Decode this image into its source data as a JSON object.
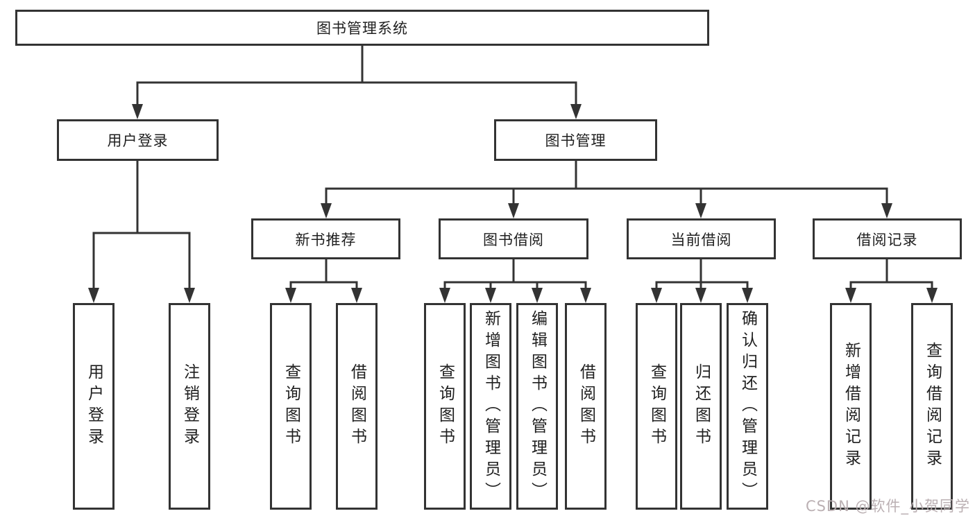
{
  "diagram": {
    "root": {
      "label": "图书管理系统"
    },
    "branches": [
      {
        "label": "用户登录",
        "children": [
          {
            "label": "用户登录"
          },
          {
            "label": "注销登录"
          }
        ]
      },
      {
        "label": "图书管理",
        "children": [
          {
            "label": "新书推荐",
            "children": [
              {
                "label": "查询图书"
              },
              {
                "label": "借阅图书"
              }
            ]
          },
          {
            "label": "图书借阅",
            "children": [
              {
                "label": "查询图书"
              },
              {
                "label": "新增图书（管理员）"
              },
              {
                "label": "编辑图书（管理员）"
              },
              {
                "label": "借阅图书"
              }
            ]
          },
          {
            "label": "当前借阅",
            "children": [
              {
                "label": "查询图书"
              },
              {
                "label": "归还图书"
              },
              {
                "label": "确认归还（管理员）"
              }
            ]
          },
          {
            "label": "借阅记录",
            "children": [
              {
                "label": "新增借阅记录"
              },
              {
                "label": "查询借阅记录"
              }
            ]
          }
        ]
      }
    ]
  },
  "colors": {
    "line": "#333333",
    "text": "#1f1f1f",
    "background": "#ffffff",
    "watermark": "#b7acaf"
  },
  "watermark": {
    "text": "CSDN @软件_小贺同学"
  }
}
